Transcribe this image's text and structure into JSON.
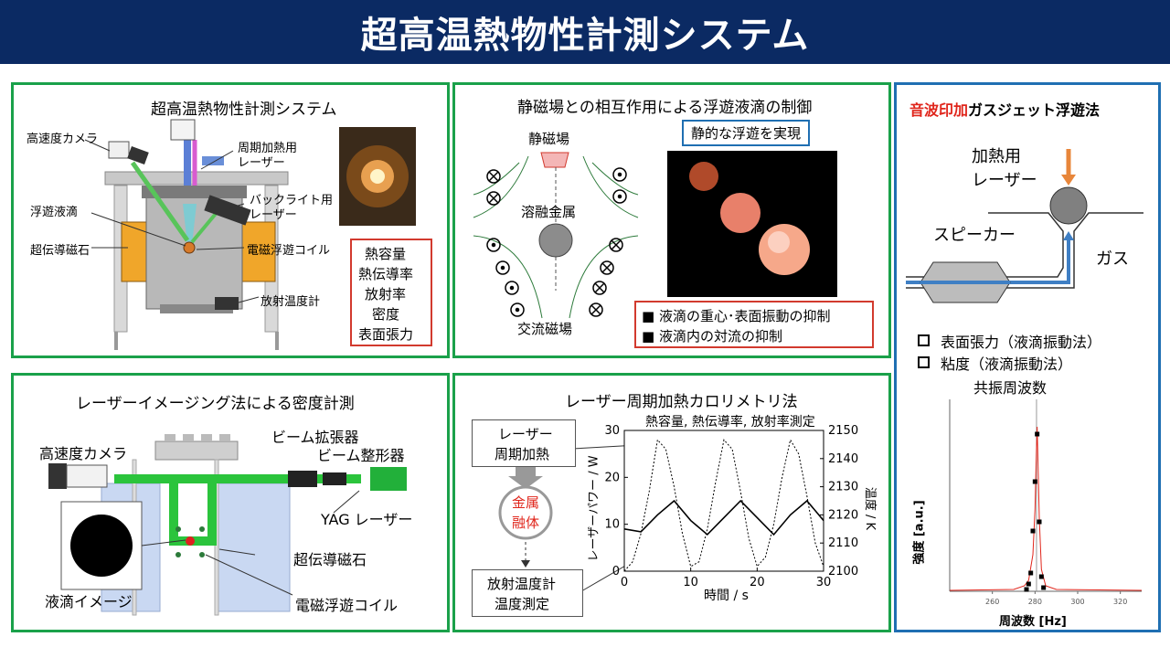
{
  "title": "超高温熱物性計測システム",
  "panels": {
    "system": {
      "title": "超高温熱物性計測システム",
      "labels": {
        "camera": "高速度カメラ",
        "heating_laser_1": "周期加熱用",
        "heating_laser_2": "レーザー",
        "backlight_1": "バックライト用",
        "backlight_2": "レーザー",
        "droplet": "浮遊液滴",
        "magnet": "超伝導磁石",
        "coil": "電磁浮遊コイル",
        "pyrometer": "放射温度計"
      },
      "properties": [
        "熱容量",
        "熱伝導率",
        "放射率",
        "密度",
        "表面張力"
      ]
    },
    "magnetic": {
      "title": "静磁場との相互作用による浮遊液滴の制御",
      "static_field": "静磁場",
      "molten_metal": "溶融金属",
      "ac_field": "交流磁場",
      "callout": "静的な浮遊を実現",
      "effects": [
        "■ 液滴の重心･表面振動の抑制",
        "■ 液滴内の対流の抑制"
      ]
    },
    "gasjet": {
      "title_red": "音波印加",
      "title_rest": "ガスジェット浮遊法",
      "laser_1": "加熱用",
      "laser_2": "レーザー",
      "speaker": "スピーカー",
      "gas": "ガス",
      "checks": [
        "表面張力（液滴振動法）",
        "粘度（液滴振動法）"
      ],
      "colors": {
        "red": "#e0251b",
        "orange": "#e8863a",
        "pipe": "#3f7fc4"
      }
    },
    "density": {
      "title": "レーザーイメージング法による密度計測",
      "camera": "高速度カメラ",
      "expander": "ビーム拡張器",
      "shaper": "ビーム整形器",
      "yag": "YAG レーザー",
      "magnet": "超伝導磁石",
      "droplet_image": "液滴イメージ",
      "coil": "電磁浮遊コイル"
    },
    "calorimetry": {
      "title": "レーザー周期加熱カロリメトリ法",
      "subtitle": "熱容量, 熱伝導率, 放射率測定",
      "box_top_1": "レーザー",
      "box_top_2": "周期加熱",
      "circle_1": "金属",
      "circle_2": "融体",
      "box_bottom_1": "放射温度計",
      "box_bottom_2": "温度測定"
    }
  },
  "chart_data": [
    {
      "type": "line",
      "title": "",
      "xlabel": "時間 / s",
      "ylabel": "レーザーパワー / W",
      "y2label": "温度 / K",
      "xlim": [
        0,
        30
      ],
      "ylim": [
        0,
        30
      ],
      "y2lim": [
        2100,
        2150
      ],
      "xticks": [
        0,
        10,
        20,
        30
      ],
      "yticks": [
        0,
        10,
        20,
        30
      ],
      "y2ticks": [
        2100,
        2110,
        2120,
        2130,
        2140,
        2150
      ],
      "series": [
        {
          "style": "dotted",
          "axis": "left",
          "x": [
            0,
            1.25,
            2.5,
            3.75,
            5,
            6.25,
            7.5,
            8.75,
            10,
            11.25,
            12.5,
            13.75,
            15,
            16.25,
            17.5,
            18.75,
            20,
            21.25,
            22.5,
            23.75,
            25,
            26.25,
            27.5,
            28.75,
            30
          ],
          "values": [
            0,
            2,
            8,
            17,
            28,
            26,
            18,
            8,
            1,
            2,
            9,
            19,
            28,
            26,
            17,
            7,
            1,
            3,
            10,
            20,
            28,
            25,
            16,
            6,
            1
          ]
        },
        {
          "style": "solid",
          "axis": "right",
          "x": [
            0,
            2.5,
            5,
            7.5,
            10,
            12.5,
            15,
            17.5,
            20,
            22.5,
            25,
            27.5,
            30
          ],
          "values": [
            2115,
            2114,
            2120,
            2125,
            2118,
            2113,
            2119,
            2125,
            2119,
            2113,
            2120,
            2125,
            2118
          ]
        }
      ]
    },
    {
      "type": "line",
      "title": "共振周波数",
      "xlabel": "周波数 [Hz]",
      "ylabel": "強度 [a.u.]",
      "xlim": [
        240,
        330
      ],
      "xticks": [
        260,
        280,
        300,
        320
      ],
      "series": [
        {
          "name": "",
          "style": "squares",
          "x": [
            276,
            277,
            278,
            279,
            280,
            281,
            282,
            283,
            284
          ],
          "values": [
            0.01,
            0.04,
            0.1,
            0.33,
            0.6,
            0.86,
            0.38,
            0.08,
            0.02
          ]
        },
        {
          "name": "",
          "style": "fit-red",
          "x": [
            240,
            270,
            275,
            277,
            279,
            280,
            280.5,
            281,
            282,
            283,
            285,
            290,
            330
          ],
          "values": [
            0.005,
            0.01,
            0.03,
            0.06,
            0.2,
            0.45,
            0.7,
            0.9,
            0.4,
            0.12,
            0.03,
            0.01,
            0.005
          ]
        }
      ]
    }
  ]
}
